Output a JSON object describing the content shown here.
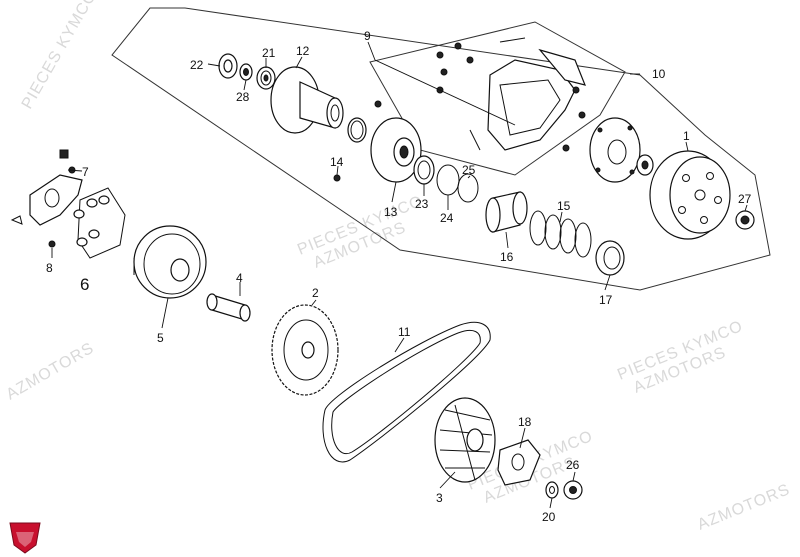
{
  "diagram": {
    "watermark_lines": [
      "PIECES KYMCO",
      "AZMOTORS"
    ],
    "logo": {
      "name": "azmotors-logo",
      "accent": "#c8102e"
    },
    "callouts": [
      {
        "id": "c1",
        "text": "1"
      },
      {
        "id": "c2",
        "text": "2"
      },
      {
        "id": "c3",
        "text": "3"
      },
      {
        "id": "c4",
        "text": "4"
      },
      {
        "id": "c5",
        "text": "5"
      },
      {
        "id": "c6",
        "text": "6"
      },
      {
        "id": "c7",
        "text": "7"
      },
      {
        "id": "c8",
        "text": "8"
      },
      {
        "id": "c9",
        "text": "9"
      },
      {
        "id": "c10",
        "text": "10"
      },
      {
        "id": "c11",
        "text": "11"
      },
      {
        "id": "c12",
        "text": "12"
      },
      {
        "id": "c13",
        "text": "13"
      },
      {
        "id": "c14",
        "text": "14"
      },
      {
        "id": "c15",
        "text": "15"
      },
      {
        "id": "c16",
        "text": "16"
      },
      {
        "id": "c17",
        "text": "17"
      },
      {
        "id": "c18",
        "text": "18"
      },
      {
        "id": "c20",
        "text": "20"
      },
      {
        "id": "c21",
        "text": "21"
      },
      {
        "id": "c22",
        "text": "22"
      },
      {
        "id": "c23",
        "text": "23"
      },
      {
        "id": "c24",
        "text": "24"
      },
      {
        "id": "c25",
        "text": "25"
      },
      {
        "id": "c26",
        "text": "26"
      },
      {
        "id": "c27",
        "text": "27"
      },
      {
        "id": "c28",
        "text": "28"
      }
    ]
  }
}
